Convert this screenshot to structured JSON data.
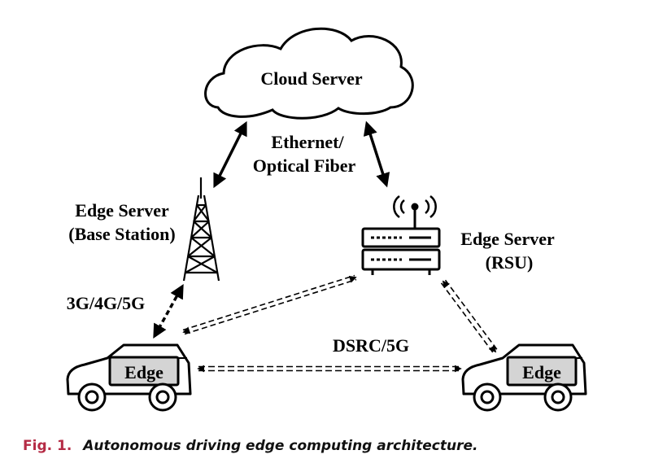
{
  "diagram": {
    "cloud_label": "Cloud Server",
    "link_label_line1": "Ethernet/",
    "link_label_line2": "Optical Fiber",
    "base_station_label_line1": "Edge Server",
    "base_station_label_line2": "(Base Station)",
    "rsu_label_line1": "Edge Server",
    "rsu_label_line2": "(RSU)",
    "cellular_label": "3G/4G/5G",
    "v2v_label": "DSRC/5G",
    "left_vehicle_label": "Edge",
    "right_vehicle_label": "Edge"
  },
  "caption": {
    "number": "Fig. 1.",
    "text": "Autonomous driving edge computing architecture."
  },
  "colors": {
    "caption_number": "#b52b45",
    "vehicle_box": "#d4d4d4",
    "stroke": "#000000"
  }
}
